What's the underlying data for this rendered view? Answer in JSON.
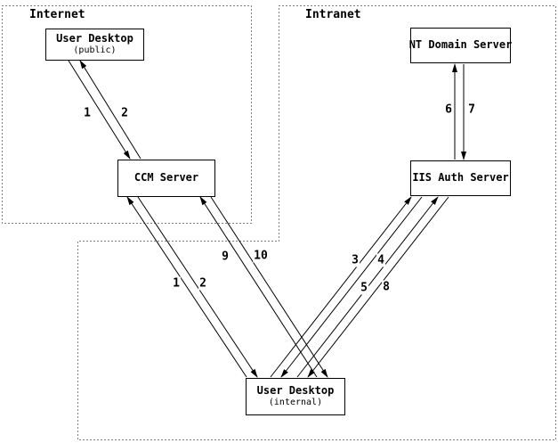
{
  "diagram": {
    "zones": [
      {
        "id": "internet",
        "label": "Internet"
      },
      {
        "id": "intranet",
        "label": "Intranet"
      }
    ],
    "nodes": [
      {
        "id": "user-desktop-public",
        "title": "User Desktop",
        "subtitle": "(public)",
        "zone": "Internet"
      },
      {
        "id": "ccm-server",
        "title": "CCM Server",
        "zone": "Internet"
      },
      {
        "id": "nt-domain-server",
        "title": "NT Domain Server",
        "zone": "Intranet"
      },
      {
        "id": "iis-auth-server",
        "title": "IIS Auth Server",
        "zone": "Intranet"
      },
      {
        "id": "user-desktop-internal",
        "title": "User Desktop",
        "subtitle": "(internal)",
        "zone": "Intranet"
      }
    ],
    "edges": [
      {
        "label": "1",
        "from": "User Desktop (public)",
        "to": "CCM Server"
      },
      {
        "label": "2",
        "from": "CCM Server",
        "to": "User Desktop (public)"
      },
      {
        "label": "1",
        "from": "User Desktop (internal)",
        "to": "CCM Server"
      },
      {
        "label": "2",
        "from": "CCM Server",
        "to": "User Desktop (internal)"
      },
      {
        "label": "9",
        "from": "User Desktop (internal)",
        "to": "CCM Server"
      },
      {
        "label": "10",
        "from": "CCM Server",
        "to": "User Desktop (internal)"
      },
      {
        "label": "3",
        "from": "User Desktop (internal)",
        "to": "IIS Auth Server"
      },
      {
        "label": "4",
        "from": "IIS Auth Server",
        "to": "User Desktop (internal)"
      },
      {
        "label": "5",
        "from": "User Desktop (internal)",
        "to": "IIS Auth Server"
      },
      {
        "label": "8",
        "from": "IIS Auth Server",
        "to": "User Desktop (internal)"
      },
      {
        "label": "6",
        "from": "IIS Auth Server",
        "to": "NT Domain Server"
      },
      {
        "label": "7",
        "from": "NT Domain Server",
        "to": "IIS Auth Server"
      }
    ]
  }
}
